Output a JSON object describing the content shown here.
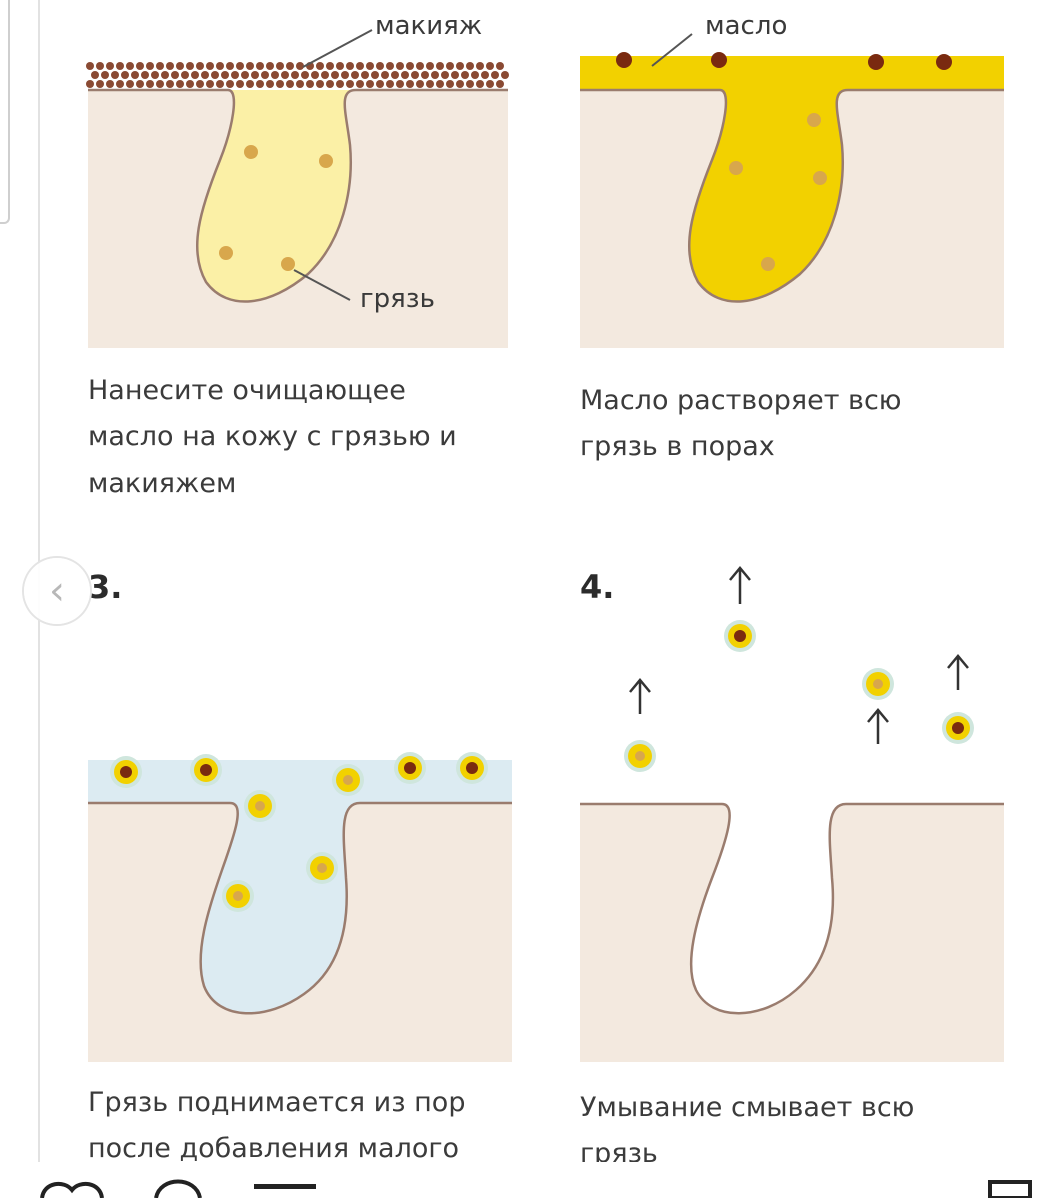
{
  "diagram": {
    "labels": {
      "makeup": "макияж",
      "oil": "масло",
      "dirt": "грязь"
    },
    "steps": [
      {
        "number": "",
        "caption": "Нанесите очищающее\nмасло на кожу с грязью и\nмакияжем"
      },
      {
        "number": "",
        "caption": "Масло растворяет всю\nгрязь в порах"
      },
      {
        "number": "3.",
        "caption": "Грязь поднимается из пор\nпосле добавления малого"
      },
      {
        "number": "4.",
        "caption": "Умывание смывает всю\nгрязь"
      }
    ]
  },
  "colors": {
    "skin": "#f3e9df",
    "outline": "#9a7c6e",
    "makeup_dot": "#8a4a33",
    "light_oil": "#fbf0a6",
    "oil": "#f2d100",
    "water": "#dcebf2",
    "dirt": "#d8a74c",
    "dark_dirt": "#7a2a10"
  },
  "icons": {
    "nav_prev": "chevron-left-icon"
  }
}
